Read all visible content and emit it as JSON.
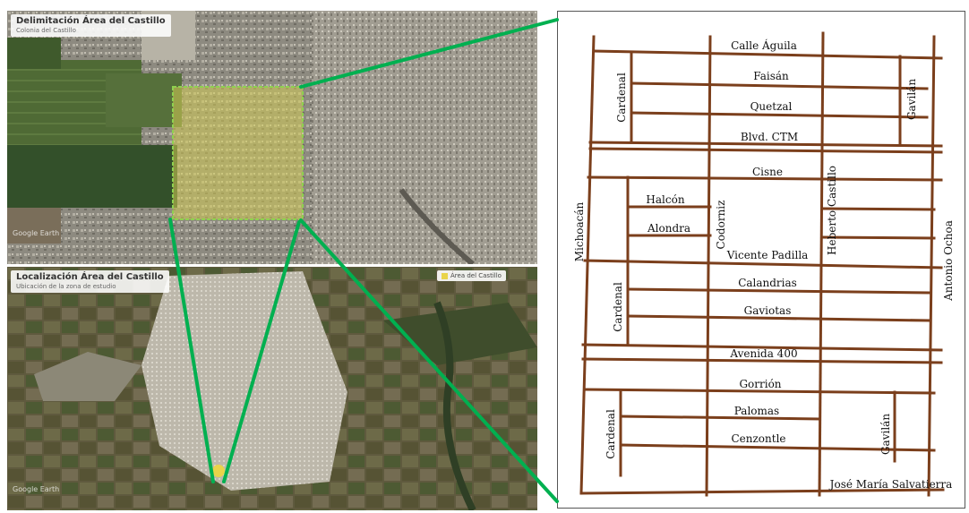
{
  "satellite_top": {
    "title": "Delimitación Área del Castillo",
    "subtitle": "Colonia del Castillo",
    "credit": "Google Earth"
  },
  "satellite_bottom": {
    "title": "Localización Área del Castillo",
    "subtitle": "Ubicación de la zona de estudio",
    "credit": "Google Earth",
    "legend": "Área del Castillo"
  },
  "colors": {
    "street": "#7b3f1c",
    "highlight": "#00b050",
    "area_outline": "#8fd14f",
    "area_fill": "#d4cc55"
  },
  "street_labels": {
    "calle_aguila": "Calle Águila",
    "faisan": "Faisán",
    "quetzal": "Quetzal",
    "blvd_ctm": "Blvd. CTM",
    "cisne": "Cisne",
    "halcon": "Halcón",
    "alondra": "Alondra",
    "vicente_padilla": "Vicente Padilla",
    "calandrias": "Calandrias",
    "gaviotas": "Gaviotas",
    "avenida_400": "Avenida 400",
    "gorrion": "Gorrión",
    "palomas": "Palomas",
    "cenzontle": "Cenzontle",
    "jose_maria_salvatierra": "José María Salvatierra",
    "cardenal": "Cardenal",
    "gavilan": "Gavilán",
    "michoacan": "Michoacán",
    "codorniz": "Codorniz",
    "heberto_castillo": "Heberto Castillo",
    "antonio_ochoa": "Antonio Ochoa"
  }
}
